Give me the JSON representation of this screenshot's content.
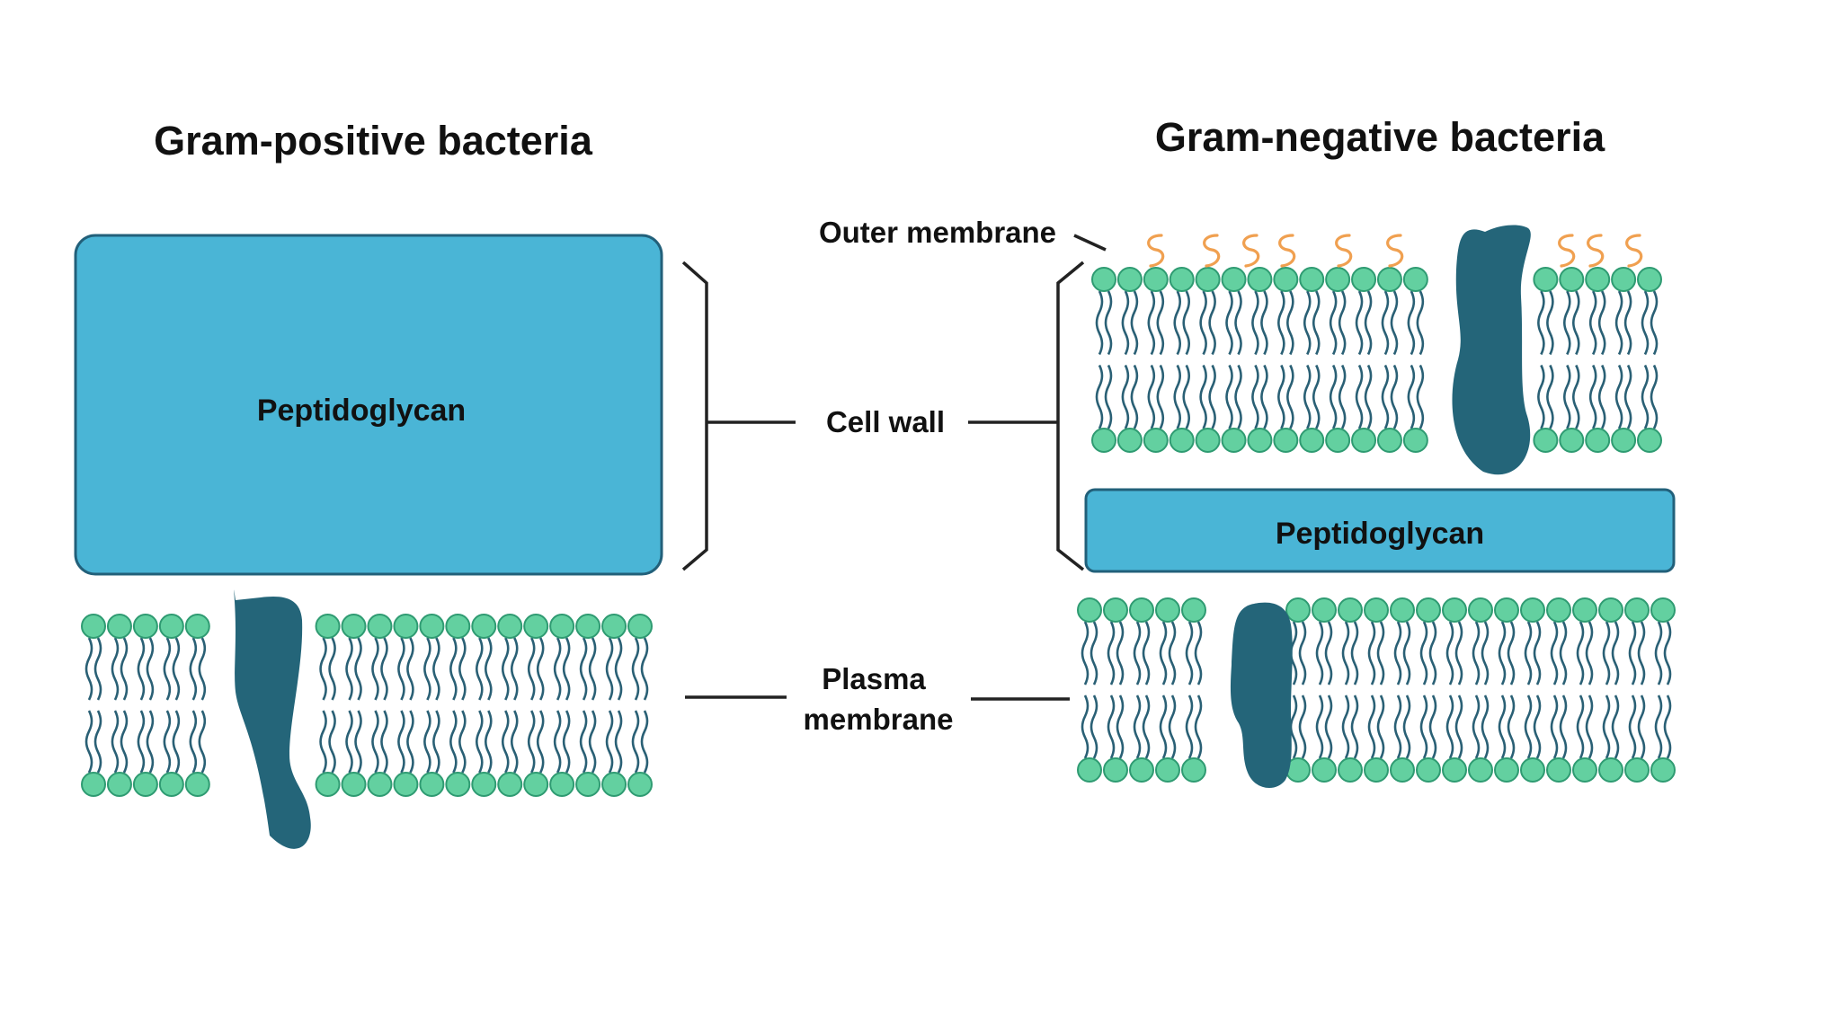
{
  "titles": {
    "gram_positive": "Gram-positive bacteria",
    "gram_negative": "Gram-negative bacteria"
  },
  "labels": {
    "outer_membrane": "Outer membrane",
    "cell_wall": "Cell wall",
    "plasma_membrane_line1": "Plasma",
    "plasma_membrane_line2": "membrane",
    "peptidoglycan_positive": "Peptidoglycan",
    "peptidoglycan_negative": "Peptidoglycan"
  },
  "colors": {
    "peptidoglycan_fill": "#4ab5d6",
    "peptidoglycan_stroke": "#22607a",
    "lipid_head": "#63d0a0",
    "lipid_head_stroke": "#2f9b72",
    "lipid_tail": "#2a6075",
    "protein": "#246579",
    "lipopolysaccharide": "#f0a050",
    "bracket": "#222222"
  },
  "icons": {
    "membrane": "phospholipid-bilayer-icon",
    "protein": "membrane-protein-icon",
    "lps": "lipopolysaccharide-icon"
  }
}
